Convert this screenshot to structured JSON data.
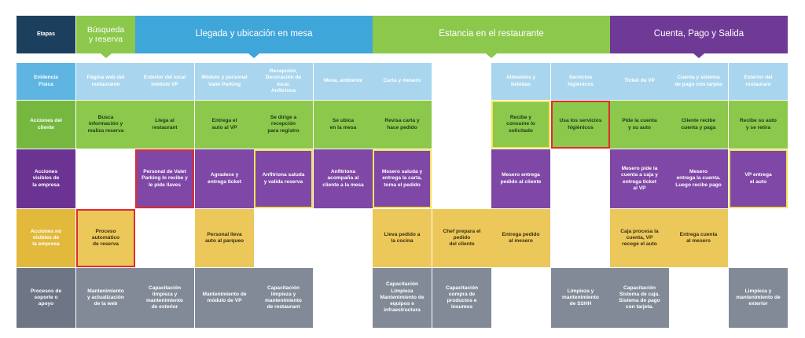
{
  "header": {
    "etapas": "Etapas",
    "stages": [
      {
        "id": "busqueda",
        "label": "Búsqueda\ny reserva",
        "color": "#8cc84b"
      },
      {
        "id": "llegada",
        "label": "Llegada y ubicación en mesa",
        "color": "#3fa6da"
      },
      {
        "id": "estancia",
        "label": "Estancia en el restaurante",
        "color": "#8cc84b"
      },
      {
        "id": "cuenta",
        "label": "Cuenta, Pago y Salida",
        "color": "#6f3a96"
      }
    ]
  },
  "rows": [
    {
      "id": "evidencia",
      "label": "Evidencia\nFísica",
      "color": "#a9d6ee"
    },
    {
      "id": "acciones-cliente",
      "label": "Acciones del\ncliente",
      "color": "#8cc84b"
    },
    {
      "id": "visibles",
      "label": "Acciones\nvisibles de\nla empresa",
      "color": "#7f47a6"
    },
    {
      "id": "no-visibles",
      "label": "Acciones no\nvisibles de\nla empresa",
      "color": "#ecc85a"
    },
    {
      "id": "soporte",
      "label": "Procesos de\nsoporte o\napoyo",
      "color": "#838a97"
    }
  ],
  "cells": {
    "evidencia": [
      "Página web del\nrestaurante",
      "Exterior del local\nmódulo VP",
      "Módulo y personal\nValet Parking",
      "Recepción,\nDecoración de\nlocal.\nAnfitriona",
      "Mesa, ambiente",
      "Carta y mesero",
      "",
      "Alimentos y\nbebidas",
      "Servicios\nhigiénicos",
      "Ticket de VP",
      "Cuenta y sistema\nde pago con tarjeta",
      "Exterior del\nrestaurant"
    ],
    "acciones-cliente": [
      "Busca\ninformación y\nrealiza reserva",
      "Llega al\nrestaurant",
      "Entrega el\nauto al VP",
      "Se dirige a\nrecepción\npara registro",
      "Se ubica\nen la mesa",
      "Revisa carta y\nhace pedido",
      "",
      "Recibe y\nconsume lo\nsolicitado",
      "Usa los servicios\nhigiénicos",
      "Pide la cuenta\ny su auto",
      "Cliente recibe\ncuenta y paga",
      "Recibe su auto\ny se retira"
    ],
    "visibles": [
      "",
      "Personal de Valet\nParking lo recibe y\nle pide llaves",
      "Agradece y\nentrega ticket",
      "Anfitriona saluda\ny valida reserva",
      "Anfitriona\nacompaña al\ncliente a la mesa",
      "Mesero saluda y\nentrega la carta,\ntoma el pedido",
      "",
      "Mesero entrega\npedido al cliente",
      "",
      "Mesero pide la\ncuenta a caja y\nentrega ticket\nal VP",
      "Mesero\nentrega la cuenta.\nLuego recibe pago",
      "VP entrega\nel auto"
    ],
    "no-visibles": [
      "Proceso\nautomático\nde reserva",
      "",
      "Personal lleva\nauto al parqueo",
      "",
      "",
      "Lleva pedido a\nla cocina",
      "Chef prepara el\npedido\ndel cliente",
      "Entrega pedido\nal mesero",
      "",
      "Caja procesa la\ncuenta, VP\nrecoge el auto",
      "Entrega cuenta\nal mesero",
      ""
    ],
    "soporte": [
      "Mantenimiento\ny actualización\nde la web",
      "Capacitación\nlimpieza y\nmantenimiento\nde exterior",
      "Mantenimiento de\nmódulo de VP",
      "Capacitación\nlimpieza y\nmantenimiento\nde restaurant",
      "",
      "Capacitación\nLimpieza\nMantenimiento de\nequipos e\ninfraestructura",
      "Capacitación\ncompra de\nproductos e\ninsumos",
      "",
      "Limpieza y\nmantenimiento\nde SSHH",
      "Capacitación\nSistema de caja.\nSistema de pago\ncon tarjeta.",
      "",
      "Limpieza y\nmantenimiento de\nexterior"
    ]
  },
  "highlights": {
    "red": [
      "acciones-cliente-8",
      "visibles-1",
      "no-visibles-0"
    ],
    "yellow": [
      "acciones-cliente-7",
      "visibles-3",
      "visibles-5",
      "visibles-11"
    ]
  }
}
